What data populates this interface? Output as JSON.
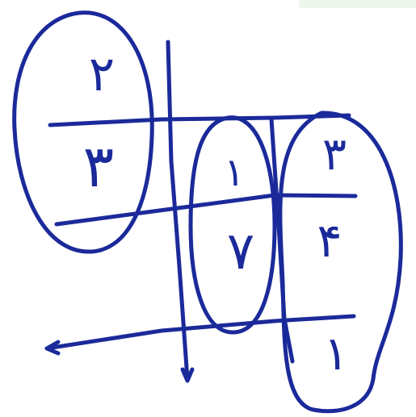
{
  "ink_color": "#1b2a9a",
  "groups": [
    {
      "name": "left-group",
      "cells": [
        {
          "name": "cell-top",
          "value": "۲"
        },
        {
          "name": "cell-bottom",
          "value": "۳"
        }
      ]
    },
    {
      "name": "middle-group",
      "cells": [
        {
          "name": "cell-top",
          "value": "۱"
        },
        {
          "name": "cell-bottom",
          "value": "۷"
        }
      ]
    },
    {
      "name": "right-group",
      "cells": [
        {
          "name": "cell-top",
          "value": "۳"
        },
        {
          "name": "cell-middle",
          "value": "۴"
        },
        {
          "name": "cell-bottom",
          "value": "۱"
        }
      ]
    }
  ]
}
